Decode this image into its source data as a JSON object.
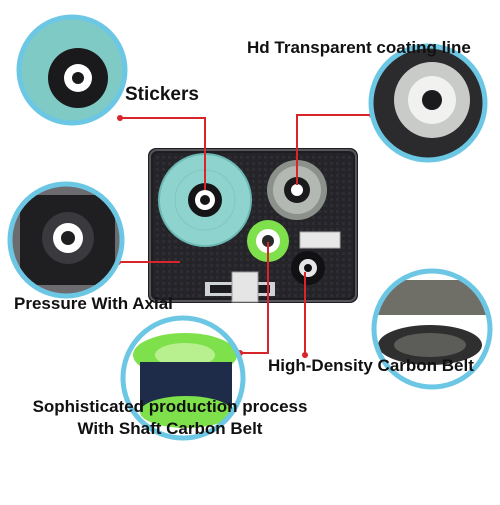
{
  "labels": {
    "stickers": "Stickers",
    "hd_coating": "Hd Transparent coating line",
    "pressure": "Pressure With Axial",
    "carbon_belt": "High-Density Carbon Belt",
    "process_line1": "Sophisticated production process",
    "process_line2": "With Shaft Carbon Belt"
  },
  "colors": {
    "ring": "#6cc7e4",
    "pointer": "#d9252a",
    "sticker_roll": "#8fd3cf",
    "green_spool": "#7ee04a",
    "cartridge": "#1e1e22"
  }
}
